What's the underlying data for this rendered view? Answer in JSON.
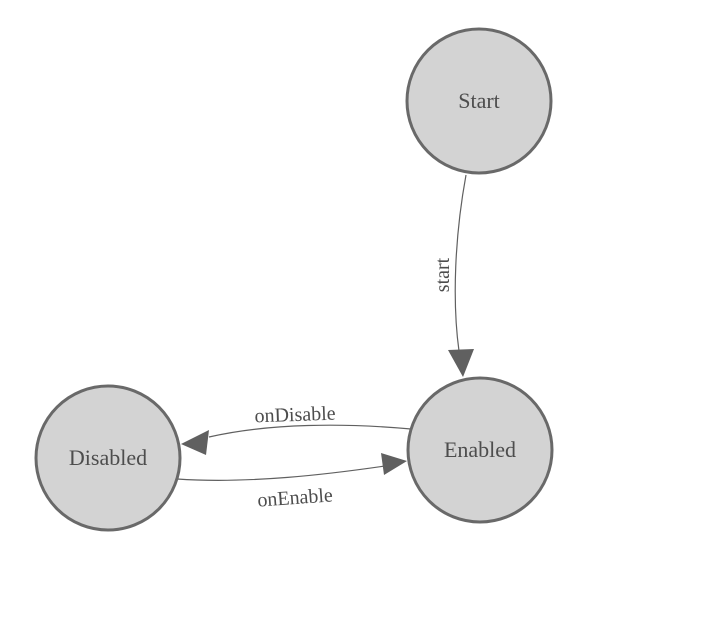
{
  "diagram": {
    "type": "state-machine",
    "background": "#ffffff",
    "colors": {
      "node_fill": "#d3d3d3",
      "node_stroke": "#696969",
      "edge": "#606060",
      "text": "#4d4d4d"
    },
    "nodes": [
      {
        "id": "Start",
        "label": "Start"
      },
      {
        "id": "Enabled",
        "label": "Enabled"
      },
      {
        "id": "Disabled",
        "label": "Disabled"
      }
    ],
    "edges": [
      {
        "from": "Start",
        "to": "Enabled",
        "label": "start"
      },
      {
        "from": "Enabled",
        "to": "Disabled",
        "label": "onDisable"
      },
      {
        "from": "Disabled",
        "to": "Enabled",
        "label": "onEnable"
      }
    ]
  }
}
